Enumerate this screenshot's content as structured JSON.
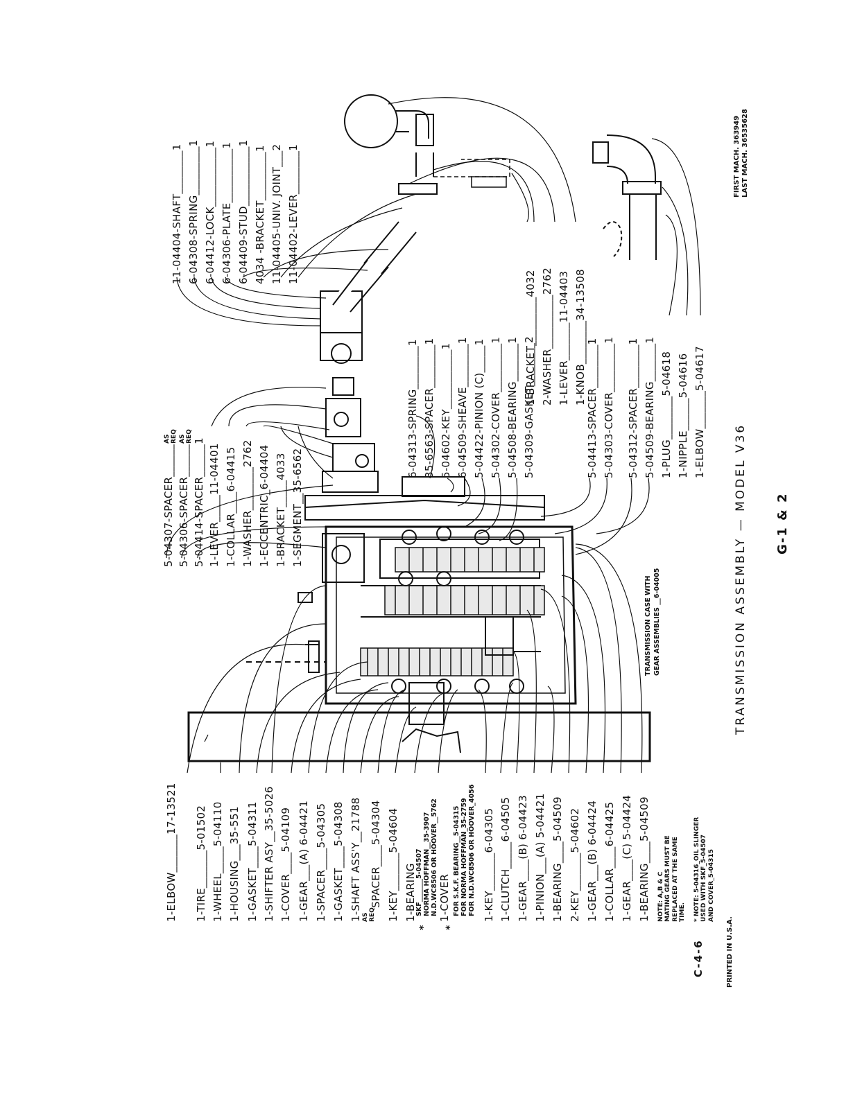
{
  "left_callouts": [
    "1-ELBOW_______17-13521",
    "1-TIRE_______5-01502",
    "1-WHEEL_____5-04110",
    "1-HOUSING___35-551",
    "1-GASKET____5-04311",
    "1-SHIFTER ASY__35-5026",
    "1-COVER____5-04109",
    "1-GEAR___(A) 6-04421",
    "1-SPACER____5-04305",
    "1-GASKET____5-04308",
    "1-SHAFT ASS'Y__21788",
    "SPACER____5-04304",
    "1-KEY_______5-04604",
    "1-BEARING",
    "1-COVER",
    "1-KEY_______6-04305",
    "1-CLUTCH_____6-04505",
    "1-GEAR____(B) 6-04423",
    "1-PINION___(A) 5-04421",
    "1-BEARING____5-04509",
    "2-KEY_______5-04602",
    "1-GEAR___(B) 6-04424",
    "1-COLLAR____6-04425",
    "1-GEAR____(C) 5-04424",
    "1-BEARING____5-04509"
  ],
  "as_req": "AS\nREQ",
  "bearing_detail": [
    "SKF_______5-04507",
    "NORMA HOFFMAN__35-3907",
    "N.D.WC8506 OR HOOVER__5762"
  ],
  "cover_detail": [
    "FOR S.K.F. BEARING__5-04315",
    "FOR NORMA HOFFMAN_35-2759",
    "FOR N.D.WC8506 OR HOOVER_4056"
  ],
  "asterisk": "*",
  "note_gears": "NOTE: A,B & C\nMATING GEARS MUST BE\nREPLACED AT THE SAME\nTIME.",
  "note_slinger": "* NOTE: 5-04316_OIL SLINGER\nUSED WITH SKF_5-04507\nAND COVER_5-04315",
  "top_callouts": [
    "11-04404-SHAFT________1",
    "6-04308-SPRING_________1",
    "6-04412-LOCK___________1",
    "6-04306-PLATE__________1",
    "6-04409-STUD___________1",
    "4034 -BRACKET_________1",
    "11-04405-UNIV. JOINT___2",
    "11-04402-LEVER________1"
  ],
  "mid_callouts": [
    "5-04307-SPACER______",
    "5-04306-SPACER______",
    "5-04414-SPACER______1",
    "1-LEVER_____11-04401",
    "1-COLLAR____6-04415",
    "1-WASHER________2762",
    "1-ECCENTRIC_6-04404",
    "1-BRACKET_____4033",
    "1-SEGMENT__35-6562"
  ],
  "as_req_marks": [
    "AS\nREQ",
    "AS\nREQ"
  ],
  "center_callouts": [
    "6-04313-SPRING________1",
    "35-6563-SPACER________1",
    "5-04602-KEY___________1",
    "6-04509-SHEAVE________1",
    "5-04422-PINION (C)_____1",
    "5-04302-COVER_________1",
    "5-04508-BEARING_______1",
    "5-04309-GASKET________2"
  ],
  "knob_group": [
    "1-BRACKET_________4032",
    "2-WASHER__________2762",
    "1-LEVER_______11-04403",
    "1-KNOB________34-13508"
  ],
  "lower_callouts": [
    "5-04413-SPACER________1",
    "5-04303-COVER_________1"
  ],
  "bottom_callouts": [
    "5-04312-SPACER________1",
    "5-04509-BEARING_______1",
    "1-PLUG________5-04618",
    "1-NIPPLE______5-04616",
    "1-ELBOW_______5-04617"
  ],
  "case_note": [
    "TRANSMISSION CASE WITH",
    "GEAR ASSEMBLIES __6-04005"
  ],
  "title": "TRANSMISSION  ASSEMBLY — MODEL V36",
  "sheet_id": "G-1 & 2",
  "page_code": "C-4-6",
  "printed": "PRINTED IN U.S.A.",
  "mach_first": "FIRST  MACH.  363949",
  "mach_last": "LAST  MACH. 36535628"
}
